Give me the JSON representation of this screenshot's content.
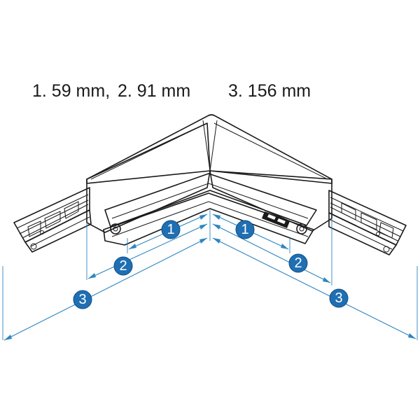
{
  "caption": {
    "item1": "1.  59 mm,",
    "item2": "2.  91 mm",
    "item3": "3. 156 mm"
  },
  "dimensions": [
    {
      "marker": "1",
      "length_mm": 59
    },
    {
      "marker": "2",
      "length_mm": 91
    },
    {
      "marker": "3",
      "length_mm": 156
    }
  ],
  "colors": {
    "dimension": "#2e86c1",
    "badge_fill": "#1f6fb2",
    "badge_text": "#ffffff",
    "line": "#1a1a1a"
  }
}
